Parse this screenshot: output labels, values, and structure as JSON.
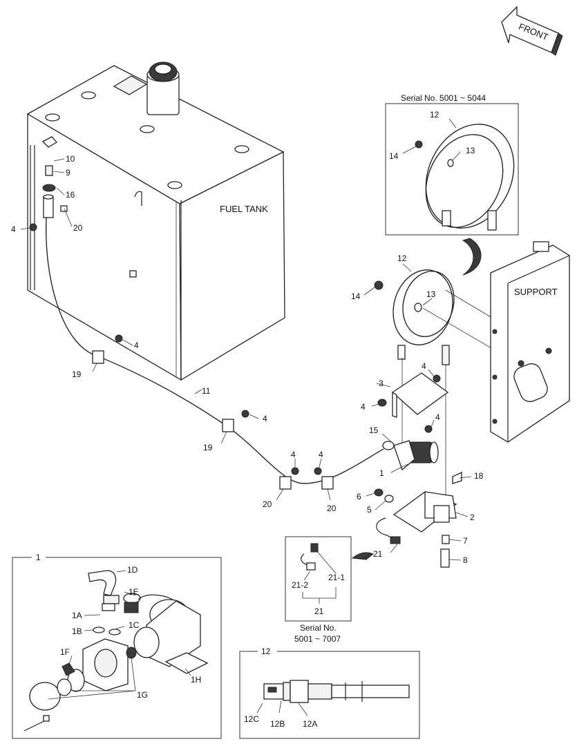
{
  "arrow_label": "FRONT",
  "tank_label": "FUEL TANK",
  "support_label": "SUPPORT",
  "serial_top": "Serial No. 5001 ~ 5044",
  "serial_bottom_line1": "Serial No.",
  "serial_bottom_line2": "5001 ~ 7007",
  "box1_title": "1",
  "box12_title": "12",
  "labels": {
    "p10": "10",
    "p9": "9",
    "p16": "16",
    "p4a": "4",
    "p20a": "20",
    "p4b": "4",
    "p19a": "19",
    "p11": "11",
    "p4c": "4",
    "p19b": "19",
    "p4d": "4",
    "p4e": "4",
    "p20b": "20",
    "p20c": "20",
    "p12a": "12",
    "p13a": "13",
    "p14a": "14",
    "p12b": "12",
    "p13b": "13",
    "p14b": "14",
    "p3": "3",
    "p4f": "4",
    "p4g": "4",
    "p4h": "4",
    "p15": "15",
    "p1": "1",
    "p18": "18",
    "p6": "6",
    "p5": "5",
    "p2": "2",
    "p7": "7",
    "p8": "8",
    "p21": "21",
    "p21_2": "21-2",
    "p21_1": "21-1",
    "p21b": "21",
    "p1D": "1D",
    "p1E": "1E",
    "p1A": "1A",
    "p1B": "1B",
    "p1C": "1C",
    "p1F": "1F",
    "p1G": "1G",
    "p1H": "1H",
    "p12C": "12C",
    "p12B": "12B",
    "p12A": "12A"
  }
}
